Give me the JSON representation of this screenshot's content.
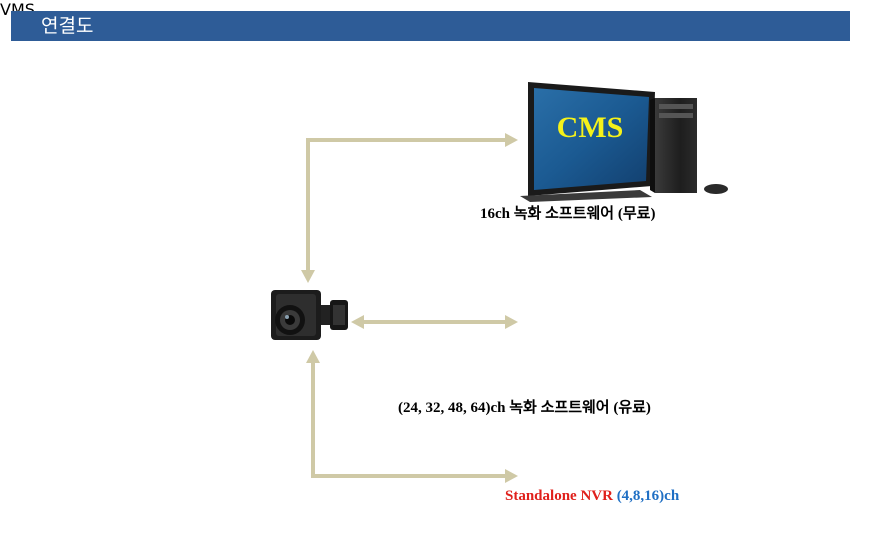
{
  "header": {
    "title": "연결도"
  },
  "nodes": {
    "cms": {
      "screen_label": "CMS",
      "caption": "16ch 녹화 소프트웨어 (무료)"
    },
    "vms": {
      "screen_label": "VMS",
      "caption": "(24, 32, 48, 64)ch  녹화 소프트웨어 (유료)"
    },
    "nvr": {
      "name": "Standalone NVR",
      "channels": "(4,8,16)ch"
    }
  },
  "colors": {
    "header_bg": "#2e5c97",
    "connector": "#cfc9a6",
    "screen_text": "#f5f21a",
    "nvr_name": "#e0201b",
    "nvr_channels": "#1f6fc4"
  }
}
